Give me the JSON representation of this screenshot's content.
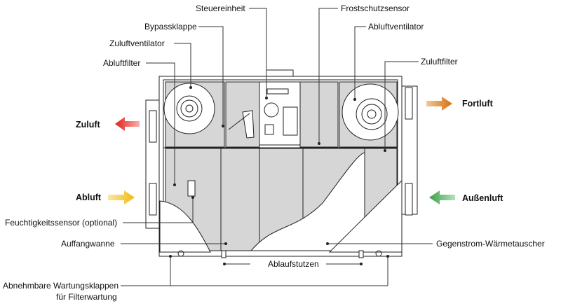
{
  "labels": {
    "steuereinheit": "Steuereinheit",
    "frostschutzsensor": "Frostschutzsensor",
    "bypassklappe": "Bypassklappe",
    "abluftventilator": "Abluftventilator",
    "zuluftventilator": "Zuluftventilator",
    "abluftfilter": "Abluftfilter",
    "zuluftfilter": "Zuluftfilter",
    "feuchtigkeitssensor": "Feuchtigkeitssensor (optional)",
    "auffangwanne": "Auffangwanne",
    "gegenstrom": "Gegenstrom-Wärmetauscher",
    "ablaufstutzen": "Ablaufstutzen",
    "wartungsklappen_line1": "Abnehmbare Wartungsklappen",
    "wartungsklappen_line2": "für Filterwartung"
  },
  "flows": {
    "zuluft": {
      "label": "Zuluft",
      "color": "#e0201b"
    },
    "fortluft": {
      "label": "Fortluft",
      "color": "#d9700f"
    },
    "abluft": {
      "label": "Abluft",
      "color": "#f2b90f"
    },
    "aussenluft": {
      "label": "Außenluft",
      "color": "#3aa14a"
    }
  }
}
